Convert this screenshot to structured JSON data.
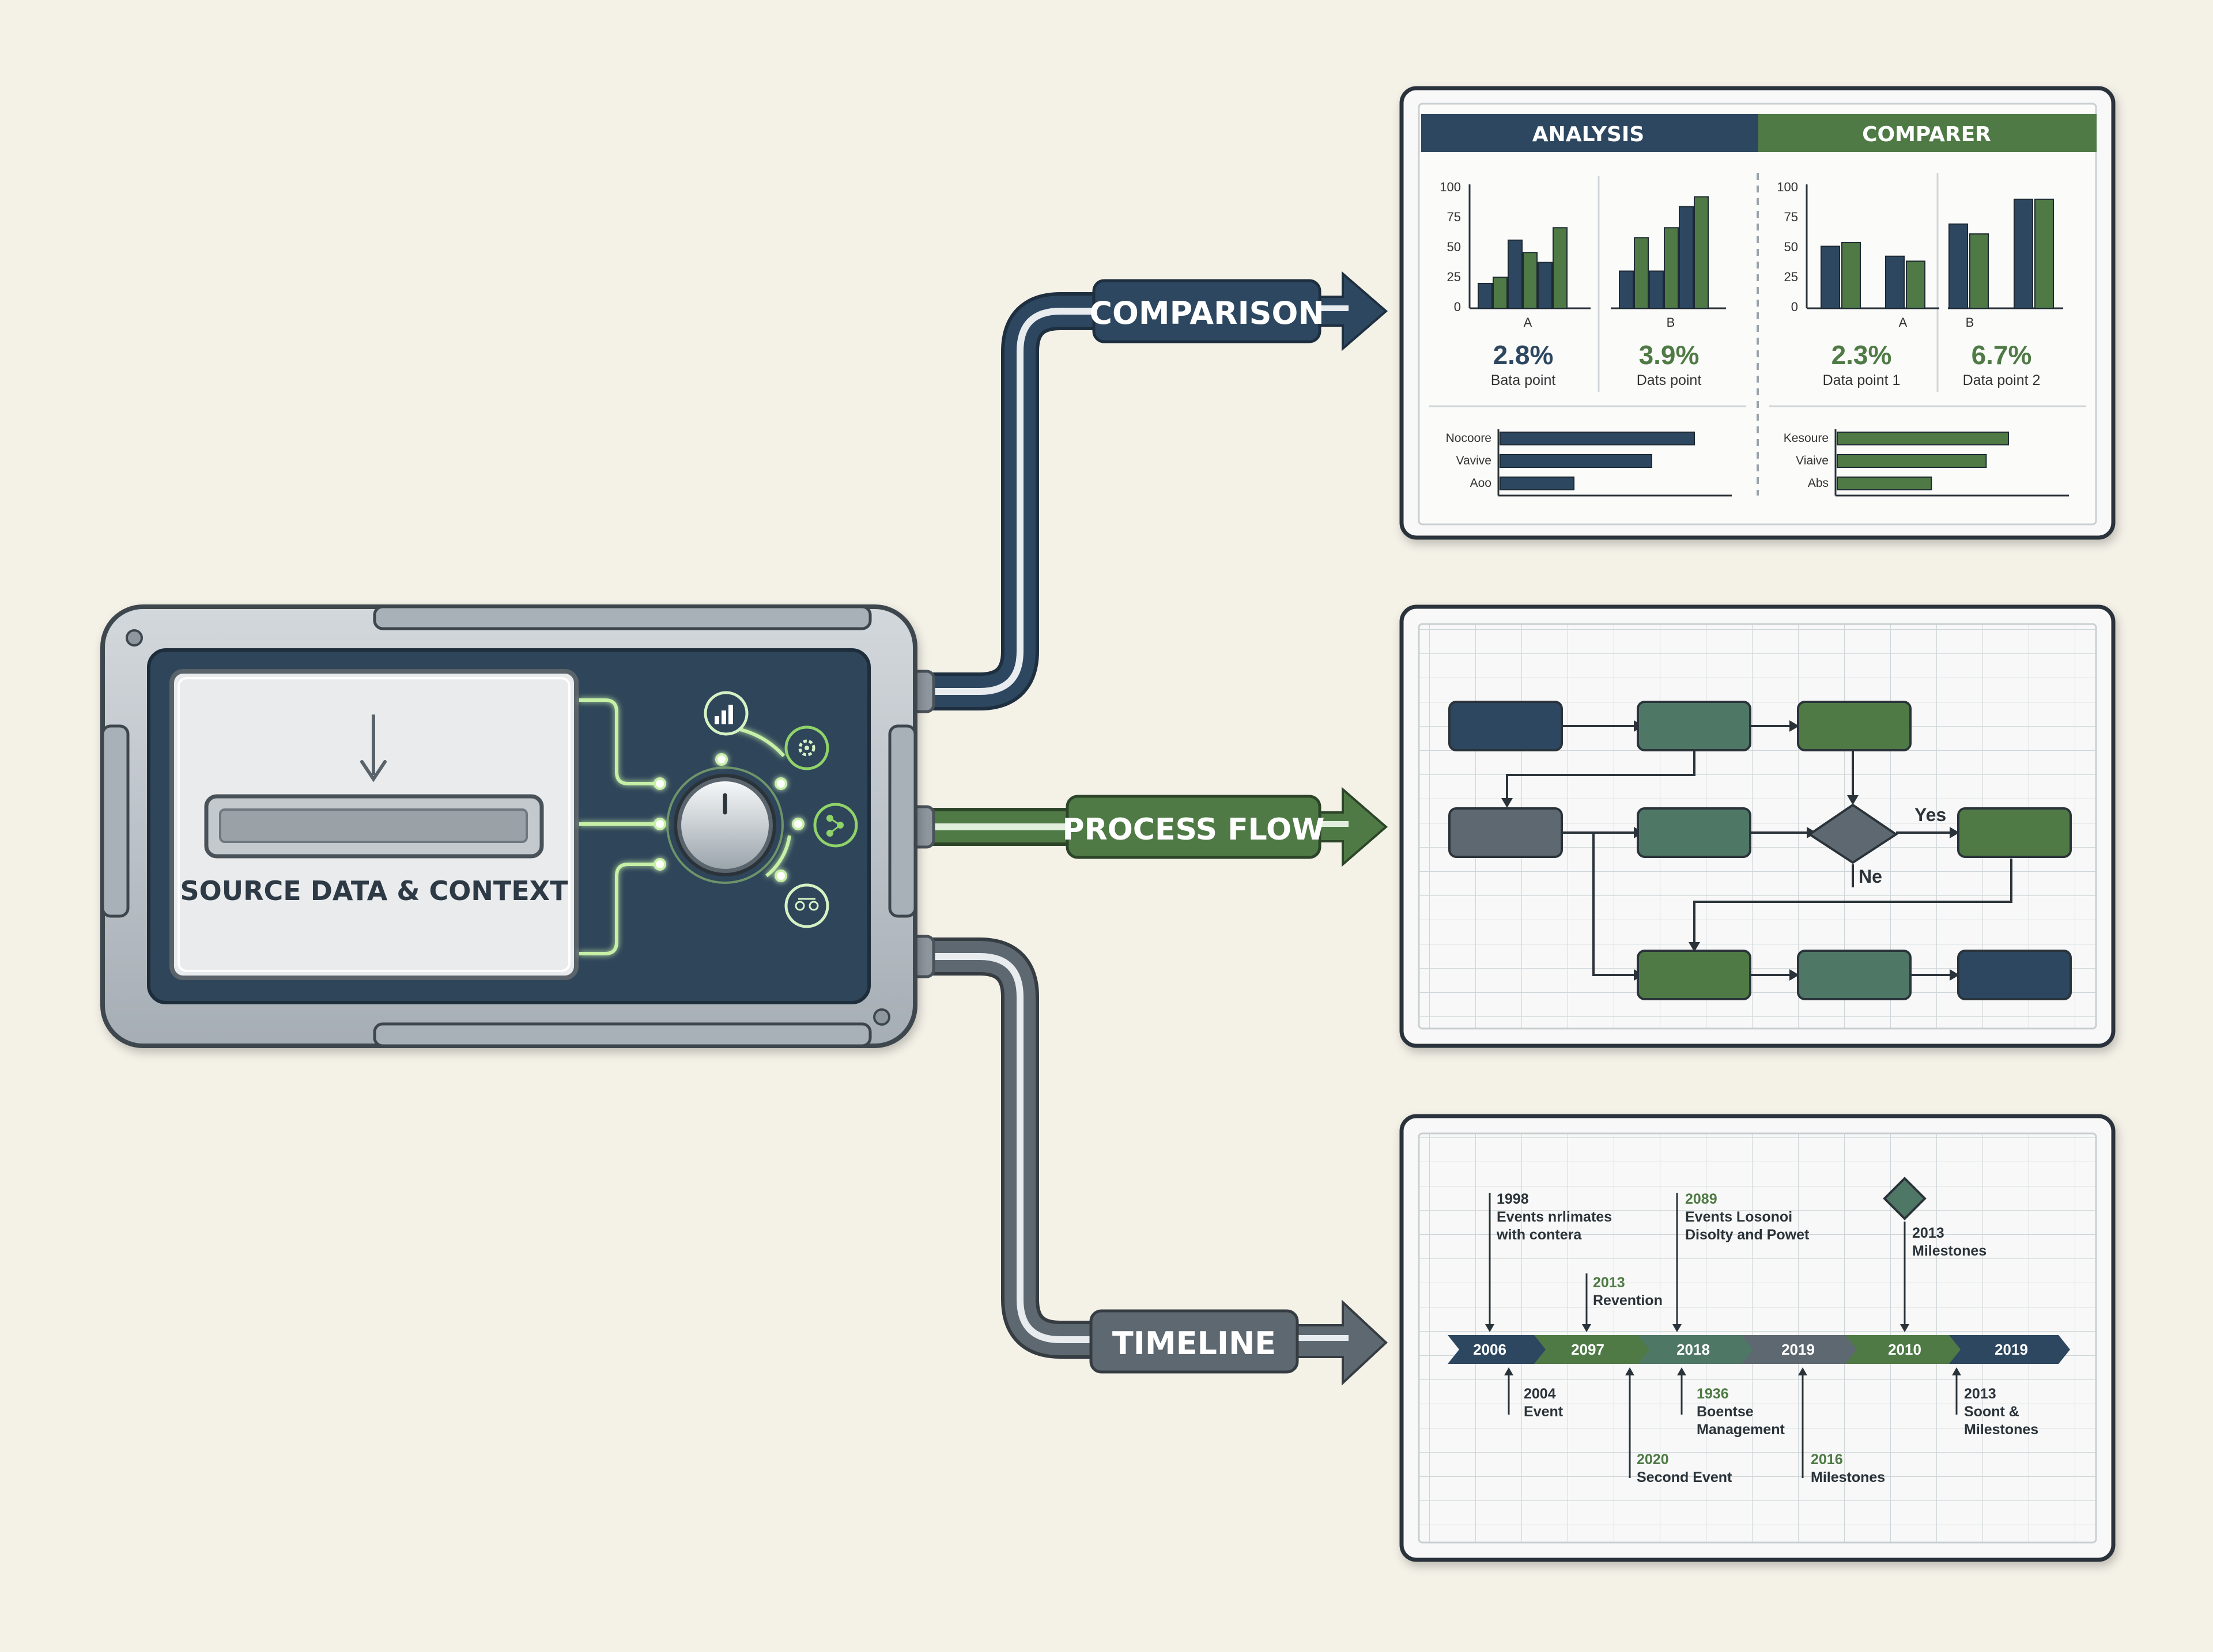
{
  "colors": {
    "background": "#f4f1e7",
    "navy": "#2d4760",
    "green": "#4f7a45",
    "teal": "#4f7766",
    "slate": "#5e6870",
    "device_frame": "#b9c0c6",
    "glow": "#c6f0a6"
  },
  "device": {
    "label": "SOURCE DATA & CONTEXT",
    "icons": [
      "bar-chart-icon",
      "gear-icon",
      "nodes-icon",
      "network-icon"
    ]
  },
  "outputs": {
    "comparison_label": "COMPARISON",
    "process_flow_label": "PROCESS FLOW",
    "timeline_label": "TIMELINE"
  },
  "comparison_panel": {
    "analysis_header": "ANALYSIS",
    "comparer_header": "COMPARER",
    "y_ticks": [
      "100",
      "75",
      "50",
      "25",
      "0"
    ],
    "left": {
      "cat_a": "A",
      "cat_b": "B",
      "stat1_value": "2.8%",
      "stat1_label": "Bata point",
      "stat2_value": "3.9%",
      "stat2_label": "Dats point",
      "bar_labels": [
        "Nocoore",
        "Vavive",
        "Aoo"
      ]
    },
    "right": {
      "cat_a": "A",
      "cat_b": "B",
      "stat1_value": "2.3%",
      "stat1_label": "Data point 1",
      "stat2_value": "6.7%",
      "stat2_label": "Data point 2",
      "bar_labels": [
        "Kesoure",
        "Viaive",
        "Abs"
      ]
    }
  },
  "chart_data": [
    {
      "type": "bar",
      "categories": [
        "A",
        "B"
      ],
      "ylim": [
        0,
        100
      ],
      "series": [
        {
          "values": [
            20,
            55,
            37,
            30,
            30,
            82
          ]
        },
        {
          "values": [
            25,
            45,
            65,
            57,
            65,
            90
          ]
        }
      ]
    },
    {
      "type": "bar",
      "categories": [
        "A",
        "B"
      ],
      "ylim": [
        0,
        100
      ],
      "series": [
        {
          "values": [
            50,
            42,
            68,
            88
          ]
        },
        {
          "values": [
            53,
            38,
            60,
            88
          ]
        }
      ]
    },
    {
      "type": "bar",
      "categories": [
        "Nocoore",
        "Vavive",
        "Aoo"
      ],
      "values": [
        100,
        78,
        38
      ]
    },
    {
      "type": "bar",
      "categories": [
        "Kesoure",
        "Viaive",
        "Abs"
      ],
      "values": [
        100,
        87,
        55
      ]
    }
  ],
  "process_flow": {
    "yes_label": "Yes",
    "no_label": "Ne"
  },
  "timeline": {
    "segments": [
      "2006",
      "2097",
      "2018",
      "2019",
      "2010",
      "2019"
    ],
    "top_events": [
      {
        "year": "1998",
        "text1": "Events nrlimates",
        "text2": "with contera"
      },
      {
        "year": "2013",
        "text1": "Revention",
        "text2": ""
      },
      {
        "year": "2089",
        "text1": "Events Losonoi",
        "text2": "Disolty and Powet"
      },
      {
        "year": "2013",
        "text1": "Milestones",
        "text2": ""
      }
    ],
    "bottom_events": [
      {
        "year": "2004",
        "text1": "Event",
        "text2": ""
      },
      {
        "year": "2020",
        "text1": "Second Event",
        "text2": ""
      },
      {
        "year": "1936",
        "text1": "Boentse",
        "text2": "Management"
      },
      {
        "year": "2016",
        "text1": "Milestones",
        "text2": ""
      },
      {
        "year": "2013",
        "text1": "Soont &",
        "text2": "Milestones"
      }
    ]
  }
}
